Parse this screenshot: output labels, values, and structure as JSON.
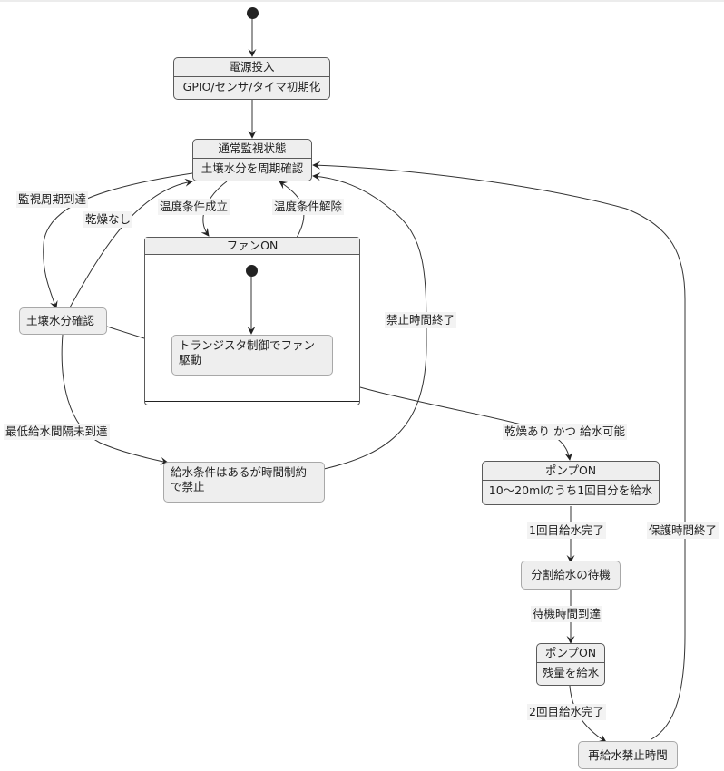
{
  "diagram": {
    "type": "state-machine",
    "states": {
      "power_on": {
        "title": "電源投入",
        "body": "GPIO/センサ/タイマ初期化"
      },
      "monitoring": {
        "title": "通常監視状態",
        "body": "土壌水分を周期確認"
      },
      "fan_on": {
        "title": "ファンON",
        "inner": "トランジスタ制御でファン\n駆動",
        "inner_line1": "トランジスタ制御でファン",
        "inner_line2": "駆動"
      },
      "soil_check": {
        "label": "土壌水分確認"
      },
      "blocked": {
        "line1": "給水条件はあるが時間制約",
        "line2": "で禁止"
      },
      "pump_on_1": {
        "title": "ポンプON",
        "body": "10〜20mlのうち1回目分を給水"
      },
      "split_wait": {
        "label": "分割給水の待機"
      },
      "pump_on_2": {
        "title": "ポンプON",
        "body": "残量を給水"
      },
      "refill_block": {
        "label": "再給水禁止時間"
      }
    },
    "transitions": [
      {
        "from": "start",
        "to": "power_on",
        "label": ""
      },
      {
        "from": "power_on",
        "to": "monitoring",
        "label": ""
      },
      {
        "from": "monitoring",
        "to": "soil_check",
        "label": "監視周期到達"
      },
      {
        "from": "soil_check",
        "to": "monitoring",
        "label": "乾燥なし"
      },
      {
        "from": "monitoring",
        "to": "fan_on",
        "label": "温度条件成立"
      },
      {
        "from": "fan_on",
        "to": "monitoring",
        "label": "温度条件解除"
      },
      {
        "from": "blocked",
        "to": "monitoring",
        "label": "禁止時間終了"
      },
      {
        "from": "soil_check",
        "to": "blocked",
        "label": "最低給水間隔未到達"
      },
      {
        "from": "soil_check",
        "to": "pump_on_1",
        "label": "乾燥あり かつ 給水可能"
      },
      {
        "from": "pump_on_1",
        "to": "split_wait",
        "label": "1回目給水完了"
      },
      {
        "from": "split_wait",
        "to": "pump_on_2",
        "label": "待機時間到達"
      },
      {
        "from": "pump_on_2",
        "to": "refill_block",
        "label": "2回目給水完了"
      },
      {
        "from": "refill_block",
        "to": "monitoring",
        "label": "保護時間終了"
      }
    ]
  }
}
